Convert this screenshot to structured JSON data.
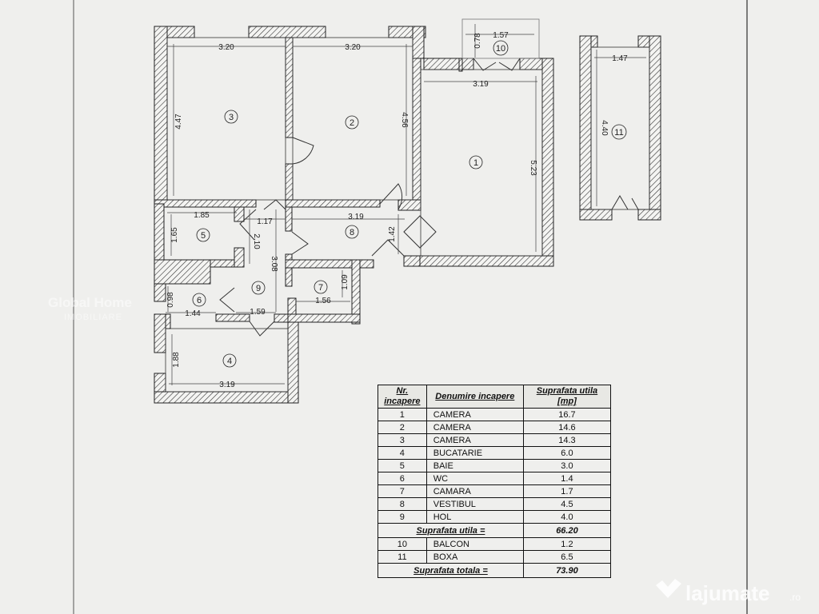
{
  "rooms": [
    {
      "n": "1"
    },
    {
      "n": "2"
    },
    {
      "n": "3"
    },
    {
      "n": "4"
    },
    {
      "n": "5"
    },
    {
      "n": "6"
    },
    {
      "n": "7"
    },
    {
      "n": "8"
    },
    {
      "n": "9"
    },
    {
      "n": "10"
    },
    {
      "n": "11"
    }
  ],
  "dimensions": {
    "r3_width": "3.20",
    "r2_width": "3.20",
    "r3_height": "4.47",
    "r2_height": "4.56",
    "r1_width": "3.19",
    "r1_height": "5.23",
    "balcony_width": "1.57",
    "balcony_depth": "0.78",
    "box_width": "1.47",
    "box_height": "4.40",
    "r5_width": "1.85",
    "r5_height": "1.65",
    "hall_a": "1.17",
    "hall_b": "2.10",
    "hall_c": "3.08",
    "r8_width": "3.19",
    "r8_height": "1.42",
    "r7_height": "1.09",
    "r7_width": "1.56",
    "r6_height": "0.98",
    "r6_width": "1.44",
    "hall_d": "1.59",
    "r4_height": "1.88",
    "r4_width": "3.19"
  },
  "table": {
    "headers": [
      "Nr. incapere",
      "Denumire incapere",
      "Suprafata utila [mp]"
    ],
    "rows": [
      {
        "nr": "1",
        "name": "CAMERA",
        "area": "16.7"
      },
      {
        "nr": "2",
        "name": "CAMERA",
        "area": "14.6"
      },
      {
        "nr": "3",
        "name": "CAMERA",
        "area": "14.3"
      },
      {
        "nr": "4",
        "name": "BUCATARIE",
        "area": "6.0"
      },
      {
        "nr": "5",
        "name": "BAIE",
        "area": "3.0"
      },
      {
        "nr": "6",
        "name": "WC",
        "area": "1.4"
      },
      {
        "nr": "7",
        "name": "CAMARA",
        "area": "1.7"
      },
      {
        "nr": "8",
        "name": "VESTIBUL",
        "area": "4.5"
      },
      {
        "nr": "9",
        "name": "HOL",
        "area": "4.0"
      }
    ],
    "subtotal_label": "Suprafata utila =",
    "subtotal_value": "66.20",
    "extra_rows": [
      {
        "nr": "10",
        "name": "BALCON",
        "area": "1.2"
      },
      {
        "nr": "11",
        "name": "BOXA",
        "area": "6.5"
      }
    ],
    "total_label": "Suprafata totala =",
    "total_value": "73.90"
  },
  "watermarks": {
    "left_brand": "Global Home",
    "left_sub": "IMOBILIARE",
    "right_brand": "lajumate",
    "right_suffix": ".ro"
  }
}
